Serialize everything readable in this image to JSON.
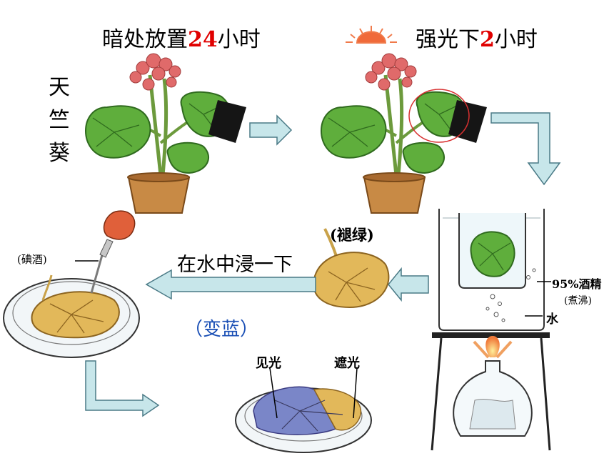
{
  "step1": {
    "pre": "暗处放置",
    "num": "24",
    "post": "小时"
  },
  "step2": {
    "pre": "强光下",
    "num": "2",
    "post": "小时"
  },
  "plant_name": [
    "天",
    "竺",
    "葵"
  ],
  "decolor_label": "(褪绿)",
  "soak_label": "在水中浸一下",
  "iodine_label": "(碘酒)",
  "turn_blue_label": "（变蓝）",
  "alcohol_label": "95%酒精",
  "boil_label": "(煮沸)",
  "water_label": "水",
  "light_label": "见光",
  "shade_label": "遮光",
  "colors": {
    "accent_red": "#e00000",
    "arrow": "#c7e6ea",
    "leaf_green": "#5fae3c",
    "leaf_yellow": "#e2b85a",
    "starch_blue": "#7a86c8",
    "pot": "#c88a45",
    "flower": "#e06a6a",
    "blue_text": "#1a4fb5"
  }
}
